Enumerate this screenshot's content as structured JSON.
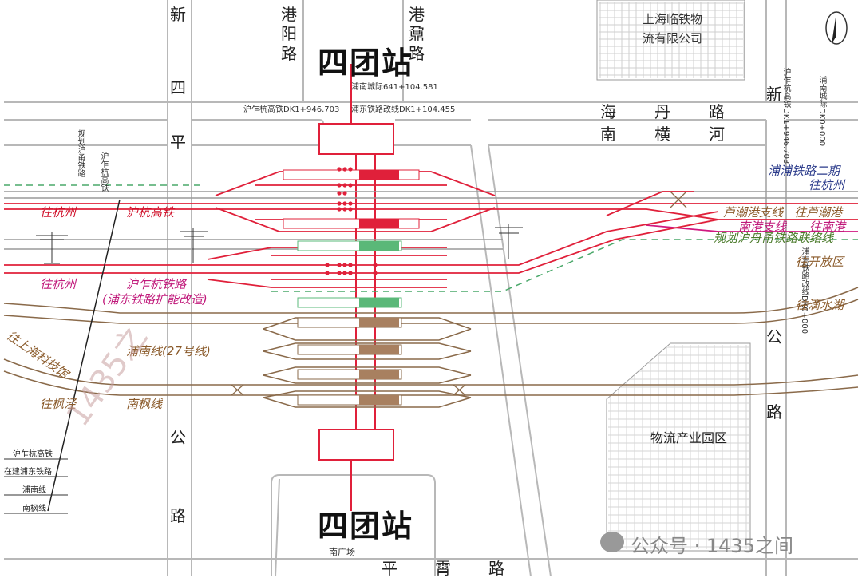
{
  "station_top": "四团站",
  "station_bottom": "四团站",
  "roads": {
    "xin_si_ping_top": [
      "新",
      "四"
    ],
    "xin_si_ping_mid": [
      "平"
    ],
    "xin_si_ping_bottom": [
      "公",
      "路"
    ],
    "gang_yang": [
      "港",
      "阳",
      "路"
    ],
    "gang_xin": [
      "港",
      "鼐",
      "路"
    ],
    "hai_dan": [
      "海",
      "丹",
      "路"
    ],
    "nan_heng_he": [
      "南",
      "横",
      "河"
    ],
    "xin_right": [
      "新"
    ],
    "gong_lu_right": [
      "公",
      "路"
    ],
    "ping_xiao": [
      "平",
      "霄",
      "路"
    ]
  },
  "company": [
    "上海临铁物",
    "流有限公司"
  ],
  "logistics_park": "物流产业园区",
  "south_square": "南广场",
  "top_notes": {
    "note1": "浦南城际641+104.581",
    "note2": "沪乍杭高铁DK1+946.703",
    "note3": "浦东铁路改线DK1+104.455"
  },
  "left_vertical_notes": [
    "规划沪甬铁路",
    "沪乍杭高铁"
  ],
  "right_vertical_notes": [
    "沪乍杭高铁DK1+946.703",
    "浦东铁路改线DK0+000",
    "浦南城际DK0+000"
  ],
  "labels": {
    "wang_hangzhou_1": "往杭州",
    "huhang_gaotie": "沪杭高铁",
    "wang_hangzhou_2": "往杭州",
    "huzha_hang_1": "沪乍杭铁路",
    "huzha_hang_2": "(浦东铁路扩能改造)",
    "wang_shanghai_keji": "往上海科技馆",
    "punan_line": "浦南线(27号线)",
    "wang_fengjing": "往枫泾",
    "nanfeng_line": "南枫线",
    "pudong_rail_2": "浦浦铁路二期",
    "wang_hangzhou_right": "往杭州",
    "luchao_branch": "芦潮港支线",
    "wang_luchaogang": "往芦潮港",
    "nangang_branch": "南港支线",
    "wang_nangang": "往南港",
    "planned_link": "规划沪舟甬铁路联络线",
    "wang_kaifangqu": "往开放区",
    "wang_dishuihu": "往滴水湖"
  },
  "legend": [
    "沪乍杭高铁",
    "在建浦东铁路",
    "浦南线",
    "南枫线"
  ],
  "watermark": "1435之",
  "wechat": "公众号 · 1435之间",
  "colors": {
    "red_track": "#e0203a",
    "magenta_track": "#d01880",
    "grey_track": "#9a9a9a",
    "brown_track": "#8a6a4a",
    "green_dash": "#4aa86a",
    "road": "#b8b8b8",
    "platform_green": "#5ab878"
  }
}
